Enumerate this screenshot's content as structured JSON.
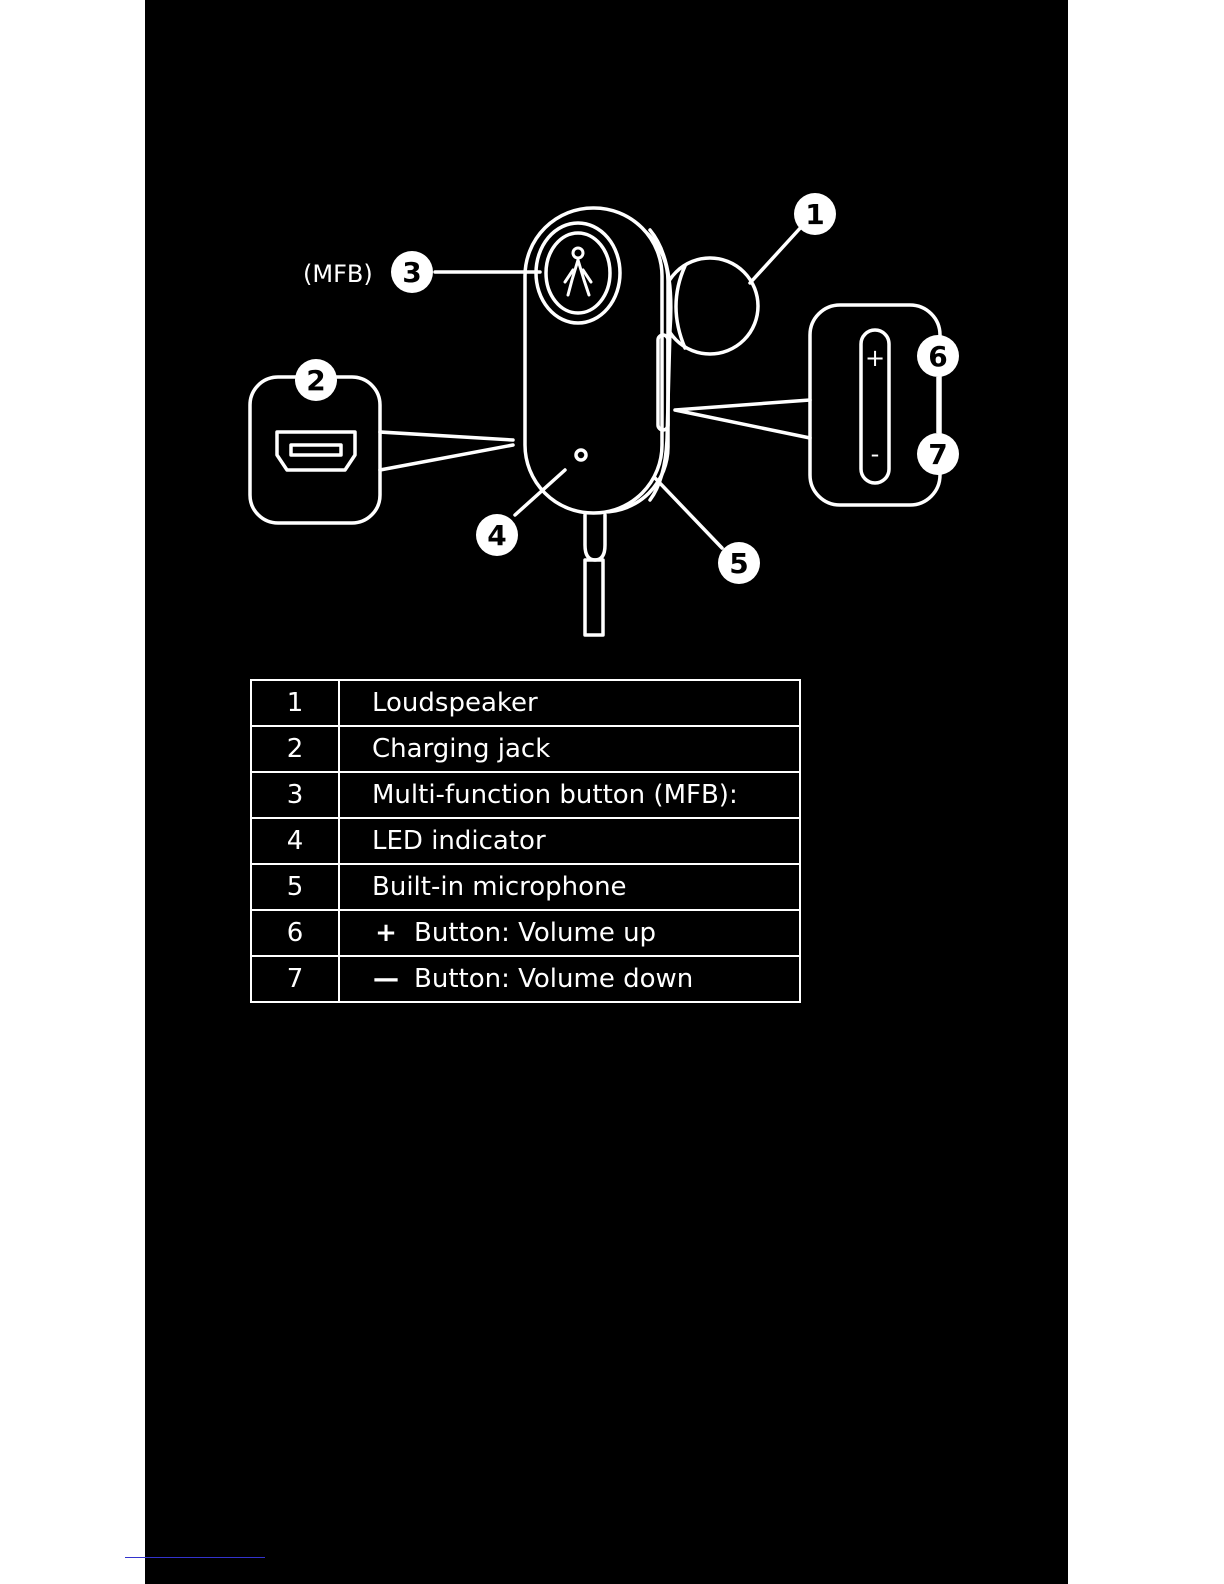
{
  "diagram": {
    "mfb_label": "(MFB)",
    "callouts": [
      "1",
      "2",
      "3",
      "4",
      "5",
      "6",
      "7"
    ],
    "volume_plus": "+",
    "volume_minus": "-",
    "logo": "bigfoot-logo-icon"
  },
  "table": {
    "rows": [
      {
        "num": "1",
        "symbol": "",
        "label": "Loudspeaker"
      },
      {
        "num": "2",
        "symbol": "",
        "label": "Charging jack"
      },
      {
        "num": "3",
        "symbol": "",
        "label": "Multi-function button (MFB):"
      },
      {
        "num": "4",
        "symbol": "",
        "label": "LED indicator"
      },
      {
        "num": "5",
        "symbol": "",
        "label": "Built-in microphone"
      },
      {
        "num": "6",
        "symbol": "+",
        "label": "Button: Volume up"
      },
      {
        "num": "7",
        "symbol": "—",
        "label": "Button: Volume down"
      }
    ]
  },
  "colors": {
    "background": "#000000",
    "foreground": "#ffffff"
  }
}
